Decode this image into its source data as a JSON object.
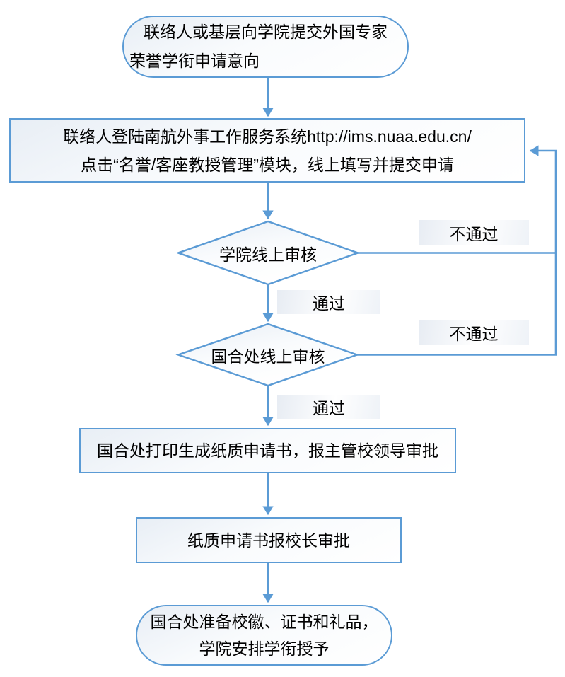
{
  "colors": {
    "line_blue": "#5b9bd5",
    "node_fill_light": "#e8eef5",
    "node_fill_white": "#ffffff",
    "text": "#000000"
  },
  "nodes": {
    "start": {
      "line1": "联络人或基层向学院提交外国专家",
      "line2": "荣誉学衔申请意向"
    },
    "login": {
      "line1": "联络人登陆南航外事工作服务系统http://ims.nuaa.edu.cn/",
      "line2": "点击“名誉/客座教授管理”模块，线上填写并提交申请"
    },
    "college_review": {
      "label": "学院线上审核"
    },
    "intl_office_review": {
      "label": "国合处线上审核"
    },
    "print_approval": {
      "label": "国合处打印生成纸质申请书，报主管校领导审批"
    },
    "president_approval": {
      "label": "纸质申请书报校长审批"
    },
    "finish": {
      "line1": "国合处准备校徽、证书和礼品，",
      "line2": "学院安排学衔授予"
    }
  },
  "edge_labels": {
    "college_fail": "不通过",
    "college_pass": "通过",
    "intl_fail": "不通过",
    "intl_pass": "通过"
  }
}
